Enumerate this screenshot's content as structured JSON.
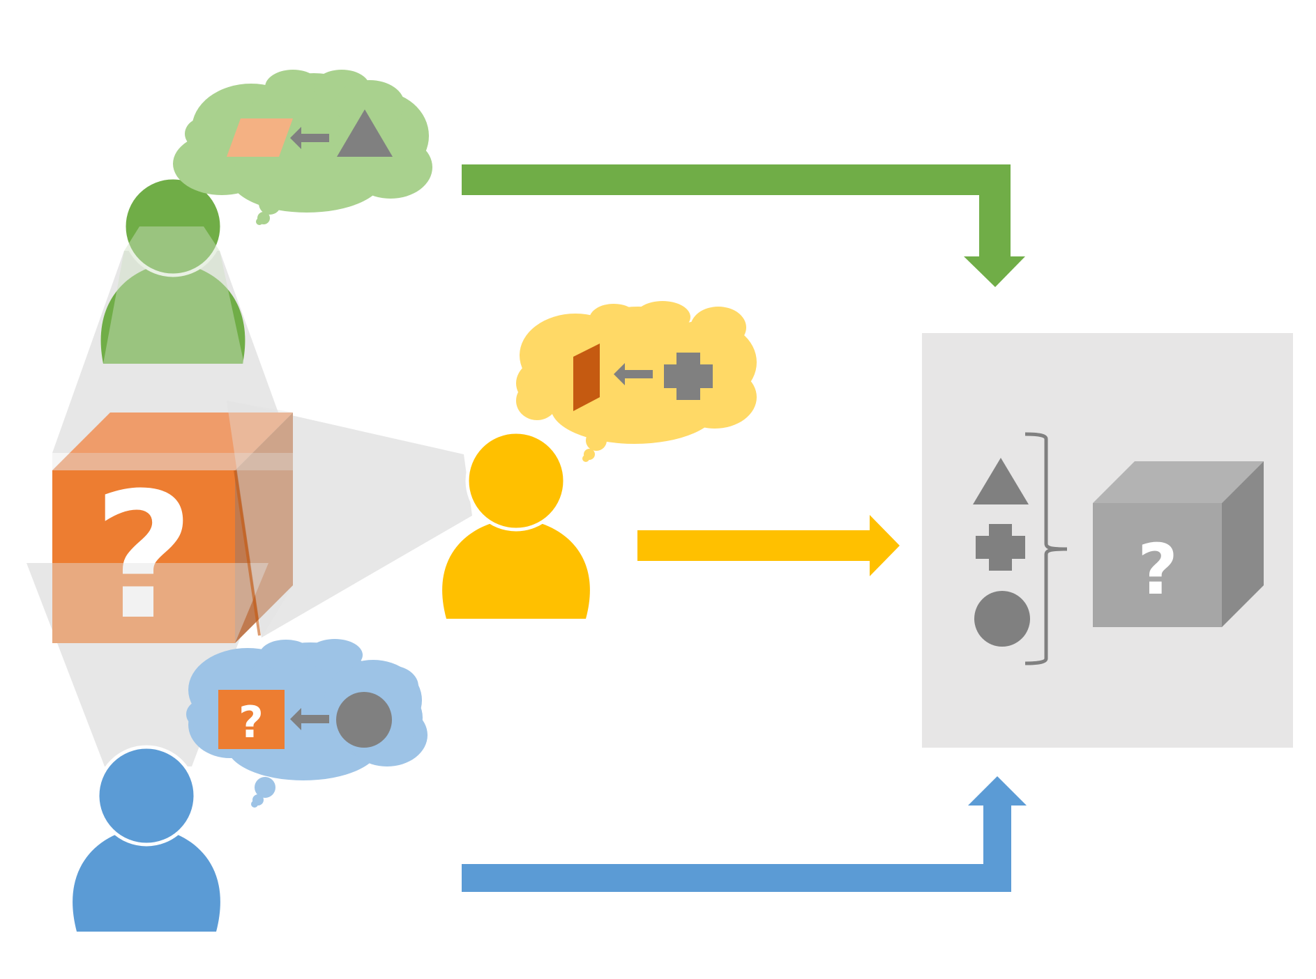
{
  "diagram": {
    "unknown_object_symbol": "?",
    "colors": {
      "observer_top": "#70ad47",
      "observer_top_light": "#a9d18e",
      "observer_middle": "#ffc000",
      "observer_middle_light": "#ffd966",
      "observer_bottom": "#5b9bd5",
      "observer_bottom_light": "#9dc3e6",
      "object_orange": "#ed7d31",
      "object_orange_dark": "#c55a11",
      "shape_gray": "#808080",
      "panel_gray": "#e7e6e6"
    },
    "observers": [
      {
        "color": "observer_top",
        "thought_icons": [
          "parallelogram-icon",
          "arrow-left-icon",
          "triangle-icon"
        ]
      },
      {
        "color": "observer_middle",
        "thought_icons": [
          "side-face-icon",
          "arrow-left-icon",
          "cross-icon"
        ]
      },
      {
        "color": "observer_bottom",
        "thought_icons": [
          "question-square-icon",
          "arrow-left-icon",
          "circle-icon"
        ]
      }
    ],
    "combined_shapes": [
      "triangle-icon",
      "cross-icon",
      "circle-icon"
    ]
  }
}
